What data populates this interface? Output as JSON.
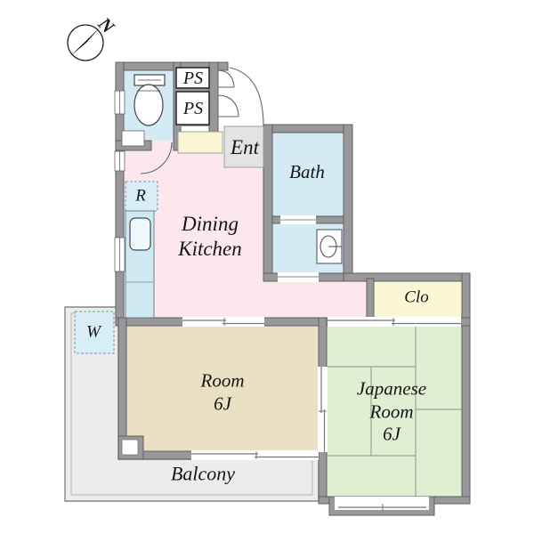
{
  "floorplan": {
    "compass": {
      "label": "N"
    },
    "rooms": {
      "ps1": {
        "label": "PS"
      },
      "ps2": {
        "label": "PS"
      },
      "entrance": {
        "label": "Ent"
      },
      "bath": {
        "label": "Bath"
      },
      "dining_kitchen": {
        "label": "Dining\nKitchen"
      },
      "refrigerator": {
        "label": "R"
      },
      "washer": {
        "label": "W"
      },
      "closet": {
        "label": "Clo"
      },
      "room": {
        "label": "Room\n6J"
      },
      "japanese_room": {
        "label": "Japanese\nRoom\n6J"
      },
      "balcony": {
        "label": "Balcony"
      }
    },
    "colors": {
      "wall": "#98989b",
      "dining_kitchen": "#fce8ec",
      "water_rooms": "#d5ebf4",
      "room": "#eae1c4",
      "japanese_room": "#e0eed2",
      "closet": "#fbf7d5",
      "entrance": "#e3e3e1",
      "balcony": "#ececea",
      "appliance_pad": "#d8eef6"
    }
  }
}
